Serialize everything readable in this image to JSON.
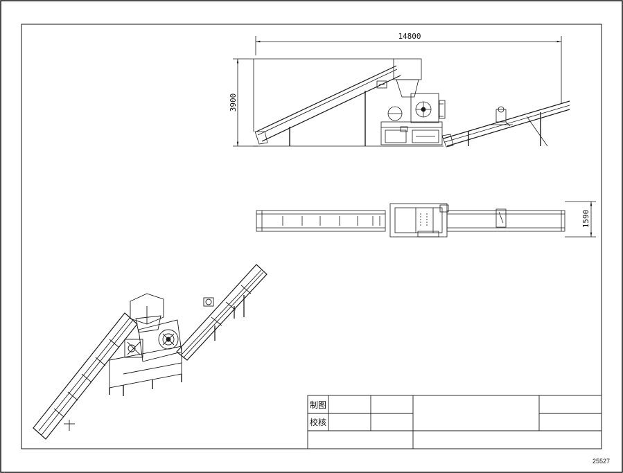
{
  "dimensions": {
    "overall_length": "14800",
    "height": "3900",
    "width": "1590"
  },
  "title_block": {
    "drawn_by_label": "制图",
    "checked_by_label": "校核"
  },
  "sheet_code": "25527"
}
